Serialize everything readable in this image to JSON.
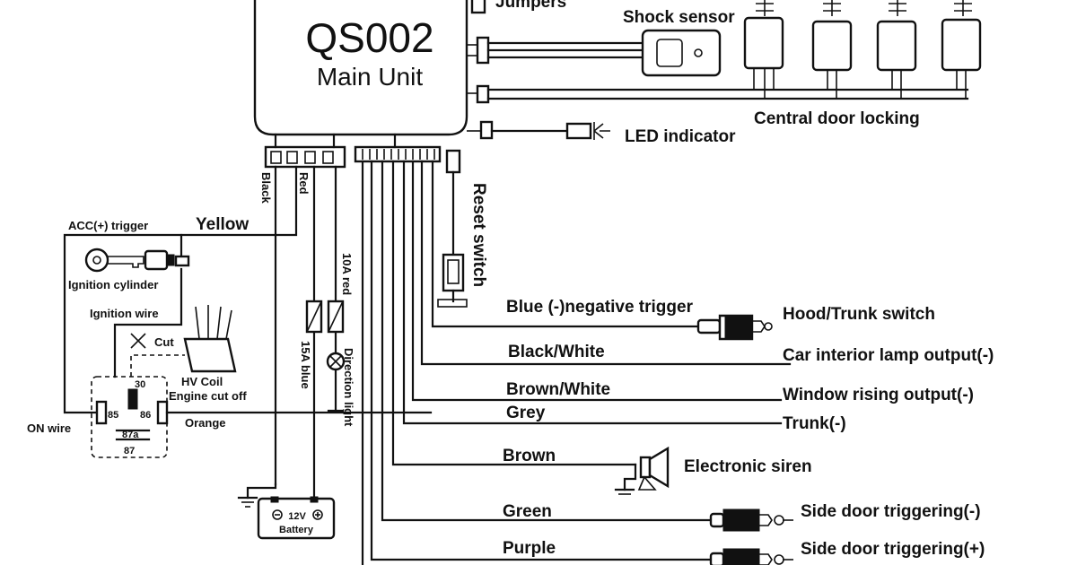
{
  "main_unit": {
    "title": "QS002",
    "subtitle": "Main Unit"
  },
  "labels": {
    "jumpers": "Jumpers",
    "shock_sensor": "Shock sensor",
    "central_door_locking": "Central door locking",
    "led_indicator": "LED indicator",
    "reset_switch": "Reset switch",
    "black": "Black",
    "red": "Red",
    "red_10a": "10A red",
    "blue_15a": "15A blue",
    "direction_light": "Direction light",
    "acc_trigger": "ACC(+) trigger",
    "yellow": "Yellow",
    "ignition_cylinder": "Ignition cylinder",
    "ignition_wire": "Ignition wire",
    "cut": "Cut",
    "hv_coil": "HV Coil",
    "engine_cut_off": "Engine cut off",
    "orange": "Orange",
    "on_wire": "ON wire",
    "relay_30": "30",
    "relay_85": "85",
    "relay_86": "86",
    "relay_87a": "87a",
    "relay_87": "87",
    "battery_voltage": "12V",
    "battery": "Battery",
    "blue_negative_trigger": "Blue (-)negative trigger",
    "hood_trunk_switch": "Hood/Trunk switch",
    "black_white": "Black/White",
    "car_interior_lamp": "Car interior lamp output(-)",
    "brown_white": "Brown/White",
    "window_rising": "Window rising output(-)",
    "grey": "Grey",
    "trunk": "Trunk(-)",
    "brown": "Brown",
    "electronic_siren": "Electronic siren",
    "green": "Green",
    "side_door_neg": "Side door triggering(-)",
    "purple": "Purple",
    "side_door_pos": "Side door triggering(+)"
  }
}
